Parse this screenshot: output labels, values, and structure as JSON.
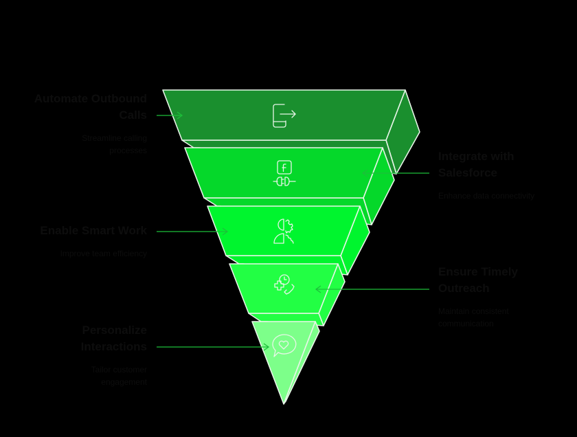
{
  "diagram": {
    "type": "inverted-funnel",
    "background": "#000000",
    "connector_color": "#1dbf3a",
    "outline_color": "#e8f5e8",
    "layers": [
      {
        "title": "Automate Outbound Calls",
        "description": "Streamline calling processes",
        "icon": "phone-exit-icon",
        "side": "left",
        "front_color": "#1a8f2e",
        "side_color": "#1a8f2e"
      },
      {
        "title": "Integrate with Salesforce",
        "description": "Enhance data connectivity",
        "icon": "facebook-plug-icon",
        "side": "right",
        "front_color": "#05d82a",
        "side_color": "#05d82a"
      },
      {
        "title": "Enable Smart Work",
        "description": "Improve team efficiency",
        "icon": "head-gears-icon",
        "side": "left",
        "front_color": "#00f52e",
        "side_color": "#00f52e"
      },
      {
        "title": "Ensure Timely Outreach",
        "description": "Maintain consistent communication",
        "icon": "medical-phone-clock-icon",
        "side": "right",
        "front_color": "#22ff44",
        "side_color": "#22ff44"
      },
      {
        "title": "Personalize Interactions",
        "description": "Tailor customer engagement",
        "icon": "heart-chat-icon",
        "side": "left",
        "front_color": "#7dff8a",
        "side_color": "#7dff8a"
      }
    ]
  },
  "labels": {
    "l1_title_line1": "Automate Outbound",
    "l1_title_line2": "Calls",
    "l1_desc_line1": "Streamline calling",
    "l1_desc_line2": "processes",
    "l2_title_line1": "Integrate with",
    "l2_title_line2": "Salesforce",
    "l2_desc_line1": "Enhance data connectivity",
    "l3_title_line1": "Enable Smart Work",
    "l3_desc_line1": "Improve team efficiency",
    "l4_title_line1": "Ensure Timely",
    "l4_title_line2": "Outreach",
    "l4_desc_line1": "Maintain consistent",
    "l4_desc_line2": "communication",
    "l5_title_line1": "Personalize",
    "l5_title_line2": "Interactions",
    "l5_desc_line1": "Tailor customer",
    "l5_desc_line2": "engagement"
  }
}
